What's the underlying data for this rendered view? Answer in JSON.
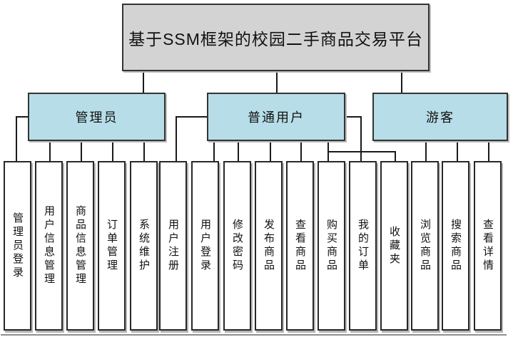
{
  "diagram": {
    "title": "基于SSM框架的校园二手商品交易平台",
    "groups": [
      {
        "label": "管理员",
        "children": [
          "管理员登录",
          "用户信息管理",
          "商品信息管理",
          "订单管理",
          "系统维护"
        ]
      },
      {
        "label": "普通用户",
        "children": [
          "用户注册",
          "用户登录",
          "修改密码",
          "发布商品",
          "查看商品",
          "购买商品",
          "我的订单",
          "收藏夹"
        ]
      },
      {
        "label": "游客",
        "children": [
          "浏览商品",
          "搜索商品",
          "查看详情"
        ]
      }
    ],
    "colors": {
      "title_fill": "#d3d3d3",
      "group_fill": "#b7dee8",
      "leaf_fill": "#ffffff",
      "box_border": "#333333",
      "connector": "#1a1a1a",
      "shadow": "#b5b5b5",
      "bottom_edge": "#8f8f8f"
    }
  }
}
